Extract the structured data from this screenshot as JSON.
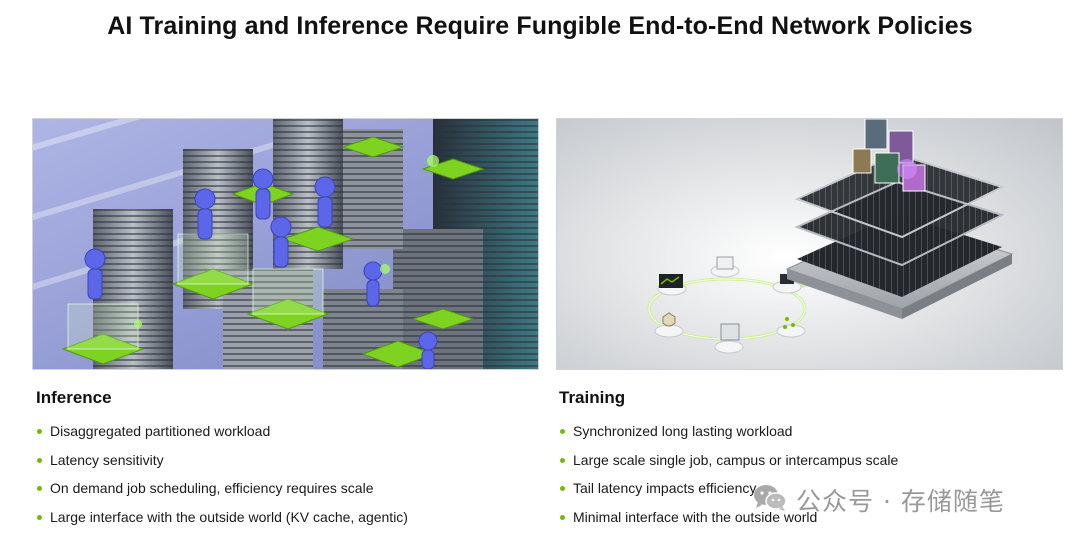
{
  "title": "AI Training and Inference Require Fungible End-to-End Network Policies",
  "accent_color": "#76b900",
  "images": {
    "left": "inference-datacenter-illustration",
    "right": "training-supercluster-illustration"
  },
  "inference": {
    "heading": "Inference",
    "bullets": [
      "Disaggregated partitioned workload",
      "Latency sensitivity",
      "On demand job scheduling, efficiency requires scale",
      "Large interface with the outside world (KV cache, agentic)"
    ]
  },
  "training": {
    "heading": "Training",
    "bullets": [
      "Synchronized long lasting workload",
      "Large scale single job, campus or intercampus scale",
      "Tail latency impacts efficiency",
      "Minimal interface with the outside world"
    ]
  },
  "watermark": {
    "icon": "wechat-icon",
    "text": "公众号 · 存储随笔"
  }
}
